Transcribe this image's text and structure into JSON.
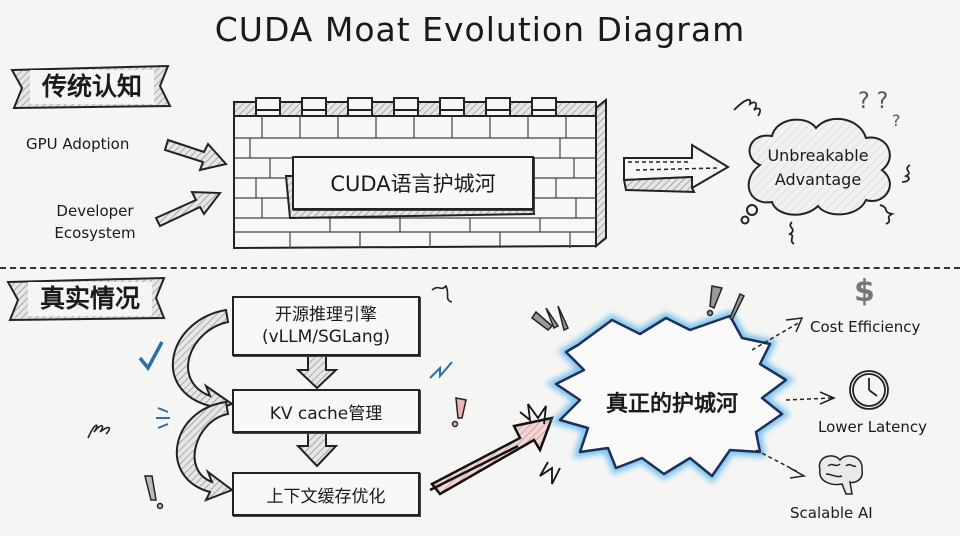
{
  "title": "CUDA Moat Evolution Diagram",
  "top_section": {
    "banner": "传统认知",
    "inputs": [
      {
        "label": "GPU Adoption"
      },
      {
        "label_line1": "Developer",
        "label_line2": "Ecosystem"
      }
    ],
    "wall_sign": "CUDA语言护城河",
    "result_cloud_line1": "Unbreakable",
    "result_cloud_line2": "Advantage"
  },
  "bottom_section": {
    "banner": "真实情况",
    "flow": [
      {
        "line1": "开源推理引擎",
        "line2": "(vLLM/SGLang)"
      },
      {
        "line1": "KV cache管理"
      },
      {
        "line1": "上下文缓存优化"
      }
    ],
    "center_burst": "真正的护城河",
    "benefits": [
      {
        "label": "Cost Efficiency",
        "icon": "dollar-icon"
      },
      {
        "label": "Lower Latency",
        "icon": "clock-icon"
      },
      {
        "label": "Scalable AI",
        "icon": "brain-icon"
      }
    ]
  },
  "colors": {
    "background": "#f5f5f4",
    "ink": "#1a1a1a",
    "burst_glow": "#7cc4ee",
    "burst_outline": "#1d2f5a",
    "arrow_pink": "#e8b8b8",
    "check_blue": "#2a6fa8",
    "hatch_gray": "#9a9a9a"
  }
}
